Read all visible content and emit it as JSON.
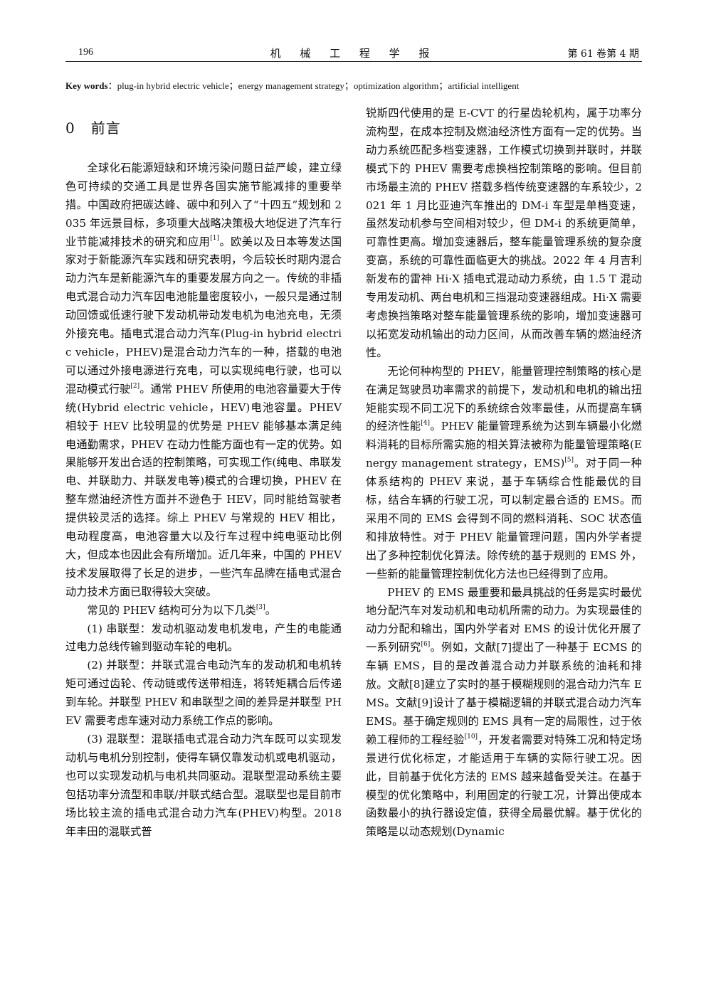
{
  "header": {
    "page_number": "196",
    "journal": "机 械 工 程 学 报",
    "volume": "第 61 卷第 4 期"
  },
  "keywords": {
    "label": "Key words",
    "text": "：plug-in hybrid electric vehicle；energy management strategy；optimization algorithm；artificial intelligent"
  },
  "section": {
    "number": "0",
    "title": "前言"
  },
  "left": {
    "p1a": "全球化石能源短缺和环境污染问题日益严峻，建立绿色可持续的交通工具是世界各国实施节能减排的重要举措。中国政府把碳达峰、碳中和列入了“十四五”规划和 2035 年远景目标，多项重大战略决策极大地促进了汽车行业节能减排技术的研究和应用",
    "ref1": "[1]",
    "p1b": "。欧美以及日本等发达国家对于新能源汽车实践和研究表明，今后较长时期内混合动力汽车是新能源汽车的重要发展方向之一。传统的非插电式混合动力汽车因电池能量密度较小，一般只是通过制动回馈或低速行驶下发动机带动发电机为电池充电，无须外接充电。插电式混合动力汽车(Plug-in hybrid electric vehicle，PHEV)是混合动力汽车的一种，搭载的电池可以通过外接电源进行充电，可以实现纯电行驶，也可以混动模式行驶",
    "ref2": "[2]",
    "p1c": "。通常 PHEV 所使用的电池容量要大于传统(Hybrid electric vehicle，HEV)电池容量。PHEV 相较于 HEV 比较明显的优势是 PHEV 能够基本满足纯电通勤需求，PHEV 在动力性能方面也有一定的优势。如果能够开发出合适的控制策略，可实现工作(纯电、串联发电、并联助力、并联发电等)模式的合理切换，PHEV 在整车燃油经济性方面并不逊色于 HEV，同时能给驾驶者提供较灵活的选择。综上 PHEV 与常规的 HEV 相比，电动程度高，电池容量大以及行车过程中纯电驱动比例大，但成本也因此会有所增加。近几年来，中国的 PHEV 技术发展取得了长足的进步，一些汽车品牌在插电式混合动力技术方面已取得较大突破。",
    "p2a": "常见的 PHEV 结构可分为以下几类",
    "ref3": "[3]",
    "p2b": "。",
    "p3": "(1) 串联型：发动机驱动发电机发电，产生的电能通过电力总线传输到驱动车轮的电机。",
    "p4": "(2) 并联型：并联式混合电动汽车的发动机和电机转矩可通过齿轮、传动链或传送带相连，将转矩耦合后传递到车轮。并联型 PHEV 和串联型之间的差异是并联型 PHEV 需要考虑车速对动力系统工作点的影响。",
    "p5": "(3) 混联型：混联插电式混合动力汽车既可以实现发动机与电机分别控制，使得车辆仅靠发动机或电机驱动，也可以实现发动机与电机共同驱动。混联型混动系统主要包括功率分流型和串联/并联式结合型。混联型也是目前市场比较主流的插电式混合动力汽车(PHEV)构型。2018 年丰田的混联式普"
  },
  "right": {
    "p1": "锐斯四代使用的是 E-CVT 的行星齿轮机构，属于功率分流构型，在成本控制及燃油经济性方面有一定的优势。当动力系统匹配多档变速器，工作模式切换到并联时，并联模式下的 PHEV 需要考虑换档控制策略的影响。但目前市场最主流的 PHEV 搭载多档传统变速器的车系较少，2021 年 1 月比亚迪汽车推出的 DM-i 车型是单档变速，虽然发动机参与空间相对较少，但 DM-i 的系统更简单，可靠性更高。增加变速器后，整车能量管理系统的复杂度变高，系统的可靠性面临更大的挑战。2022 年 4 月吉利新发布的雷神 Hi·X 插电式混动动力系统，由 1.5 T 混动专用发动机、两台电机和三挡混动变速器组成。Hi·X 需要考虑换挡策略对整车能量管理系统的影响，增加变速器可以拓宽发动机输出的动力区间，从而改善车辆的燃油经济性。",
    "p2a": "无论何种构型的 PHEV，能量管理控制策略的核心是在满足驾驶员功率需求的前提下，发动机和电机的输出扭矩能实现不同工况下的系统综合效率最佳，从而提高车辆的经济性能",
    "ref4": "[4]",
    "p2b": "。PHEV 能量管理系统为达到车辆最小化燃料消耗的目标所需实施的相关算法被称为能量管理策略(Energy management strategy，EMS)",
    "ref5": "[5]",
    "p2c": "。对于同一种体系结构的 PHEV 来说，基于车辆综合性能最优的目标，结合车辆的行驶工况，可以制定最合适的 EMS。而采用不同的 EMS 会得到不同的燃料消耗、SOC 状态值和排放特性。对于 PHEV 能量管理问题，国内外学者提出了多种控制优化算法。除传统的基于规则的 EMS 外，一些新的能量管理控制优化方法也已经得到了应用。",
    "p3a": "PHEV 的 EMS 最重要和最具挑战的任务是实时最优地分配汽车对发动机和电动机所需的动力。为实现最佳的动力分配和输出，国内外学者对 EMS 的设计优化开展了一系列研究",
    "ref6": "[6]",
    "p3b": "。例如，文献[7]提出了一种基于 ECMS 的车辆 EMS，目的是改善混合动力并联系统的油耗和排放。文献[8]建立了实时的基于模糊规则的混合动力汽车 EMS。文献[9]设计了基于模糊逻辑的并联式混合动力汽车 EMS。基于确定规则的 EMS 具有一定的局限性，过于依赖工程师的工程经验",
    "ref10": "[10]",
    "p3c": "，开发者需要对特殊工况和特定场景进行优化标定，才能适用于车辆的实际行驶工况。因此，目前基于优化方法的 EMS 越来越备受关注。在基于模型的优化策略中，利用固定的行驶工况，计算出使成本函数最小的执行器设定值，获得全局最优解。基于优化的策略是以动态规划(Dynamic"
  }
}
